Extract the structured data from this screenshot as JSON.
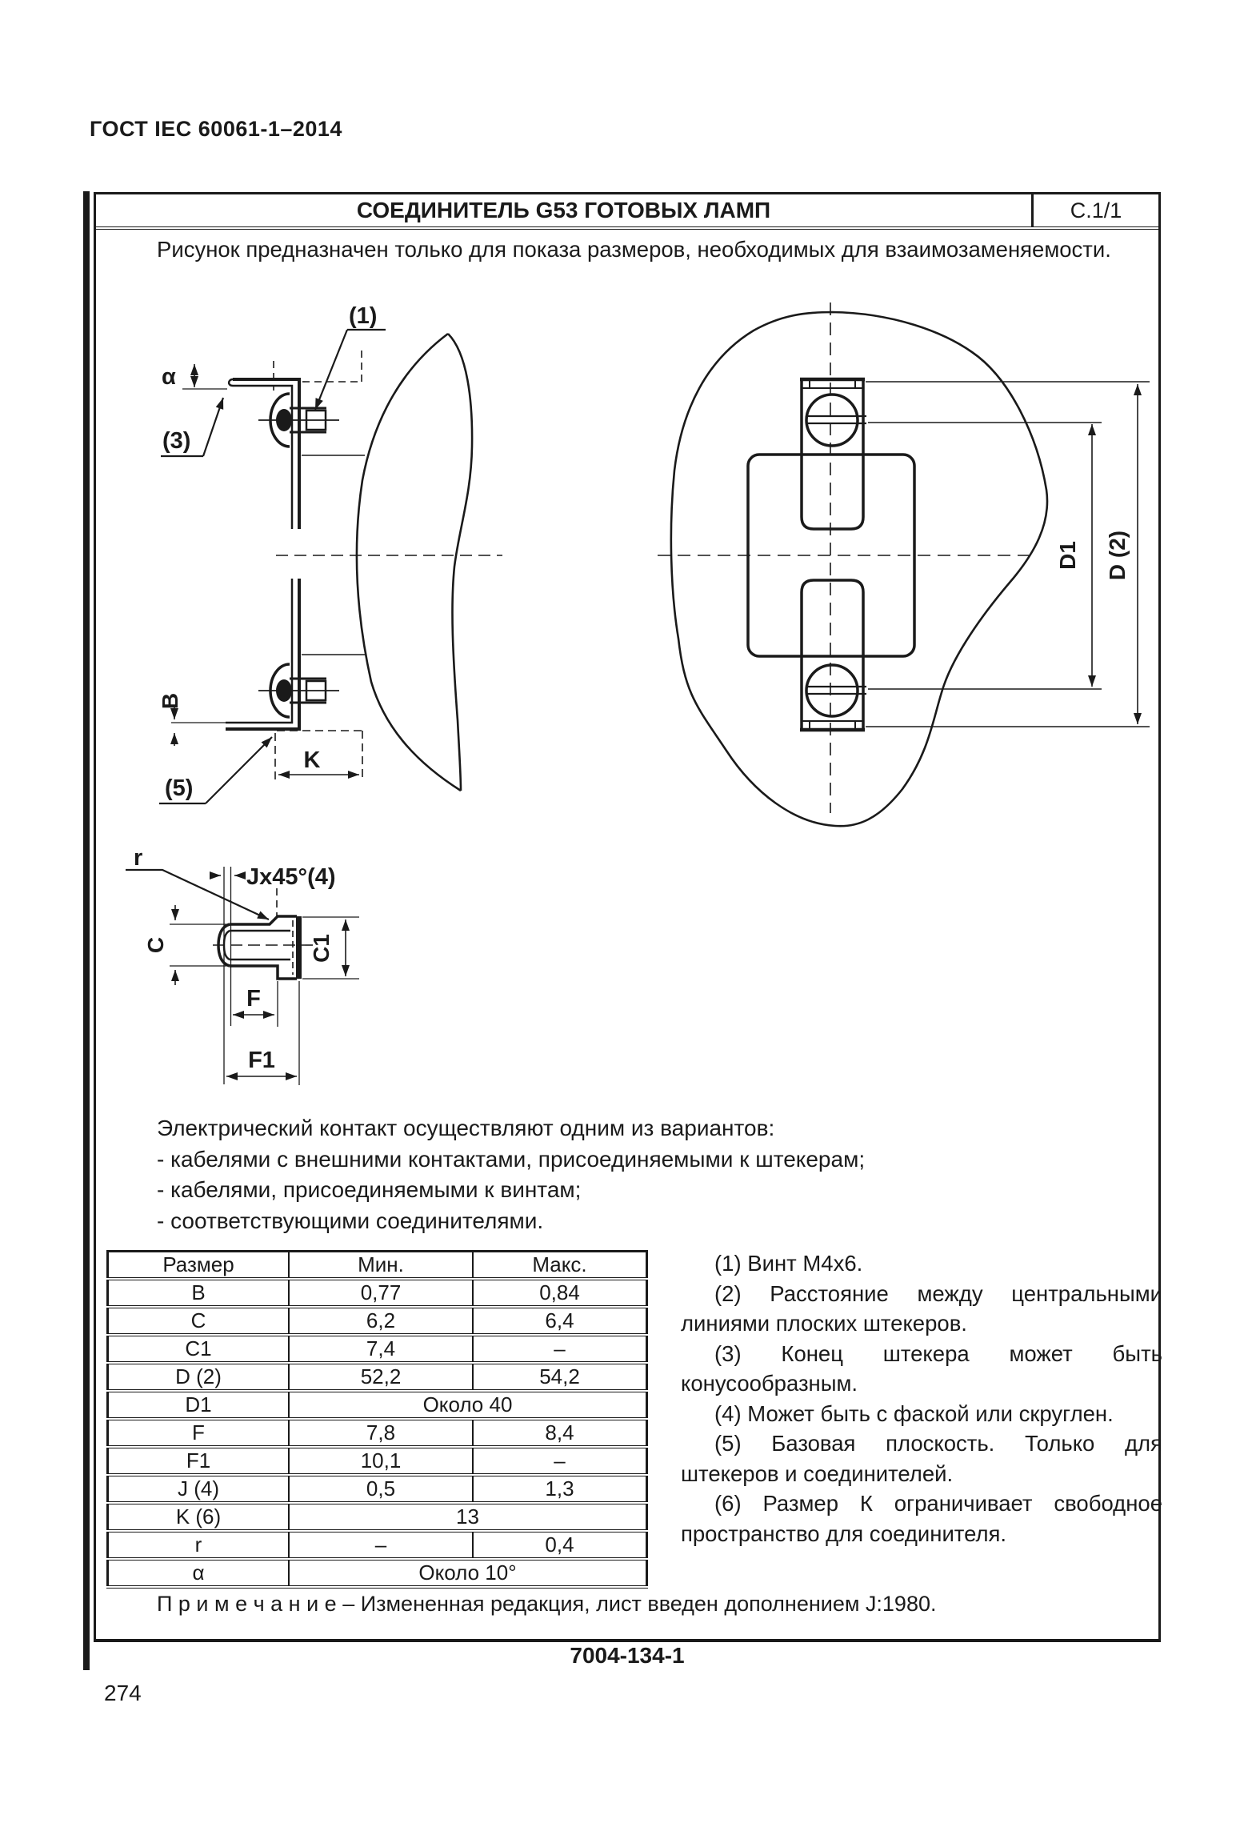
{
  "page": {
    "header": "ГОСТ IEC 60061-1–2014",
    "page_number": "274",
    "footer_code": "7004-134-1"
  },
  "sheet": {
    "title": "СОЕДИНИТЕЛЬ G53 ГОТОВЫХ ЛАМП",
    "sheet_ref": "С.1/1",
    "intro": "Рисунок предназначен только для показа размеров, необходимых для взаимозаменяемости."
  },
  "drawing_labels": {
    "callout_1": "(1)",
    "callout_3": "(3)",
    "callout_5": "(5)",
    "alpha": "α",
    "b": "B",
    "k": "K",
    "r": "r",
    "chamfer": "Jx45°(4)",
    "c": "C",
    "c1": "C1",
    "f": "F",
    "f1": "F1",
    "d1": "D1",
    "d2": "D (2)"
  },
  "contact_text": {
    "lead": "Электрический контакт осуществляют одним из вариантов:",
    "options": [
      "- кабелями с внешними контактами, присоединяемыми к штекерам;",
      "- кабелями, присоединяемыми к винтам;",
      "- соответствующими соединителями."
    ]
  },
  "table": {
    "headers": [
      "Размер",
      "Мин.",
      "Макс."
    ],
    "rows": [
      {
        "size": "B",
        "min": "0,77",
        "max": "0,84"
      },
      {
        "size": "C",
        "min": "6,2",
        "max": "6,4"
      },
      {
        "size": "C1",
        "min": "7,4",
        "max": "–"
      },
      {
        "size": "D (2)",
        "min": "52,2",
        "max": "54,2"
      },
      {
        "size": "D1",
        "span": "Около 40"
      },
      {
        "size": "F",
        "min": "7,8",
        "max": "8,4"
      },
      {
        "size": "F1",
        "min": "10,1",
        "max": "–"
      },
      {
        "size": "J (4)",
        "min": "0,5",
        "max": "1,3"
      },
      {
        "size": "K (6)",
        "span": "13"
      },
      {
        "size": "r",
        "min": "–",
        "max": "0,4"
      },
      {
        "size": "α",
        "span": "Около 10°"
      }
    ]
  },
  "notes": [
    "(1) Винт М4х6.",
    "(2) Расстояние между центральными линиями плоских штекеров.",
    "(3) Конец штекера может быть конусообразным.",
    "(4) Может быть с фаской или скруглен.",
    "(5) Базовая плоскость. Только для штекеров и соединителей.",
    "(6) Размер К ограничивает свободное пространство для соединителя."
  ],
  "remark": "П р и м е ч а н и е  – Измененная редакция, лист введен дополнением J:1980.",
  "colors": {
    "ink": "#1a1a1a",
    "paper": "#ffffff"
  }
}
